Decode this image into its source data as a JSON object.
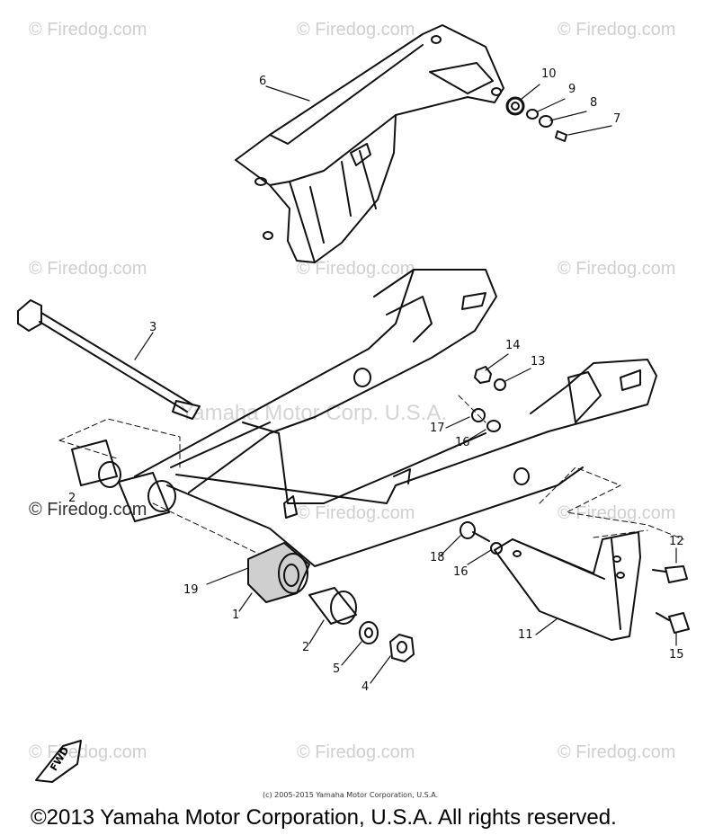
{
  "watermarks": {
    "text": "© Firedog.com",
    "center_text": "Yamaha Motor Corp. U.S.A."
  },
  "callouts": {
    "c1": "1",
    "c2a": "2",
    "c2b": "2",
    "c3": "3",
    "c4": "4",
    "c5": "5",
    "c6": "6",
    "c7": "7",
    "c8": "8",
    "c9": "9",
    "c10": "10",
    "c11": "11",
    "c12": "12",
    "c13": "13",
    "c14": "14",
    "c15": "15",
    "c16a": "16",
    "c16b": "16",
    "c17": "17",
    "c18": "18",
    "c19": "19"
  },
  "fwd_label": "FWD",
  "small_copyright": "(c) 2005-2015 Yamaha Motor Corporation, U.S.A.",
  "footer": "©2013 Yamaha Motor Corporation, U.S.A. All rights reserved."
}
